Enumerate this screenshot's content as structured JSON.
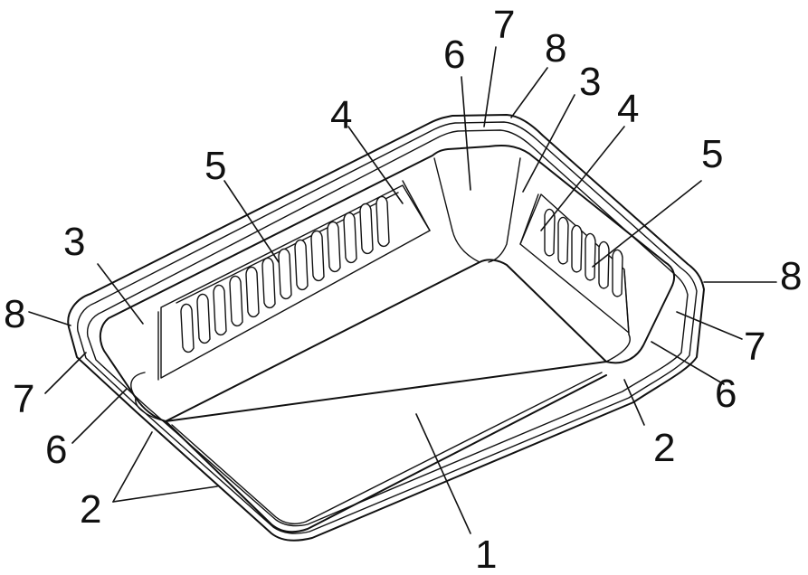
{
  "figure": {
    "line_color": "#111111",
    "background": "#ffffff",
    "labels": {
      "l1": "1",
      "l2_left": "2",
      "l2_right": "2",
      "l3_left": "3",
      "l3_right": "3",
      "l4_left": "4",
      "l4_right": "4",
      "l5_left": "5",
      "l5_right": "5",
      "l6_left": "6",
      "l6_top": "6",
      "l6_right": "6",
      "l7_left": "7",
      "l7_top": "7",
      "l7_right": "7",
      "l8_left": "8",
      "l8_top": "8",
      "l8_right": "8"
    }
  }
}
